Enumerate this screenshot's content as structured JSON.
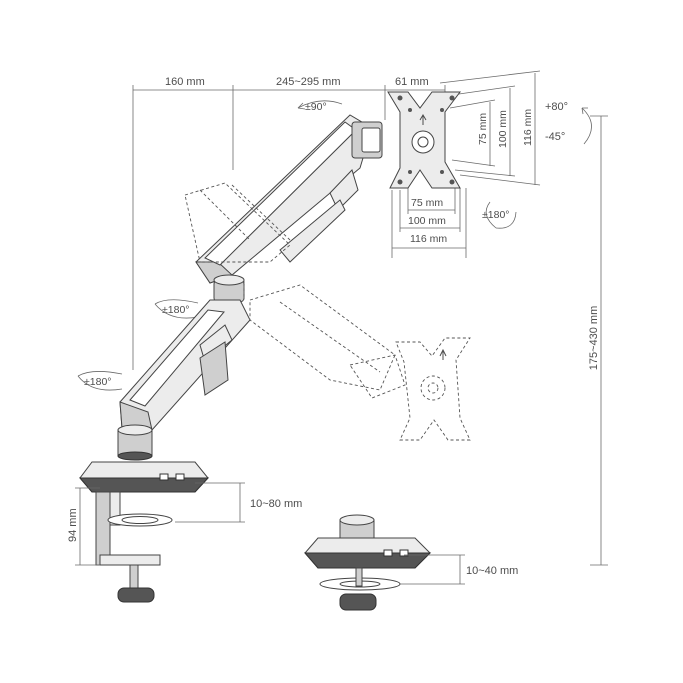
{
  "dimensions": {
    "width_base_to_pole": "160 mm",
    "arm_extension": "245~295 mm",
    "plate_depth": "61 mm",
    "height_range": "175~430 mm",
    "clamp_height": "94 mm",
    "clamp_thickness": "10~80 mm",
    "grommet_thickness": "10~40 mm",
    "vesa_h_75": "75 mm",
    "vesa_h_100": "100 mm",
    "vesa_h_116": "116 mm",
    "vesa_v_75": "75 mm",
    "vesa_v_100": "100 mm",
    "vesa_v_116": "116 mm"
  },
  "rotations": {
    "arm_swivel_top": "±90°",
    "tilt_up": "+80°",
    "tilt_down": "-45°",
    "plate_rotation": "±180°",
    "mid_joint": "±180°",
    "base_joint": "±180°"
  },
  "colors": {
    "line": "#4d4d4d",
    "shade": "#cfcfcf",
    "background": "#ffffff"
  }
}
